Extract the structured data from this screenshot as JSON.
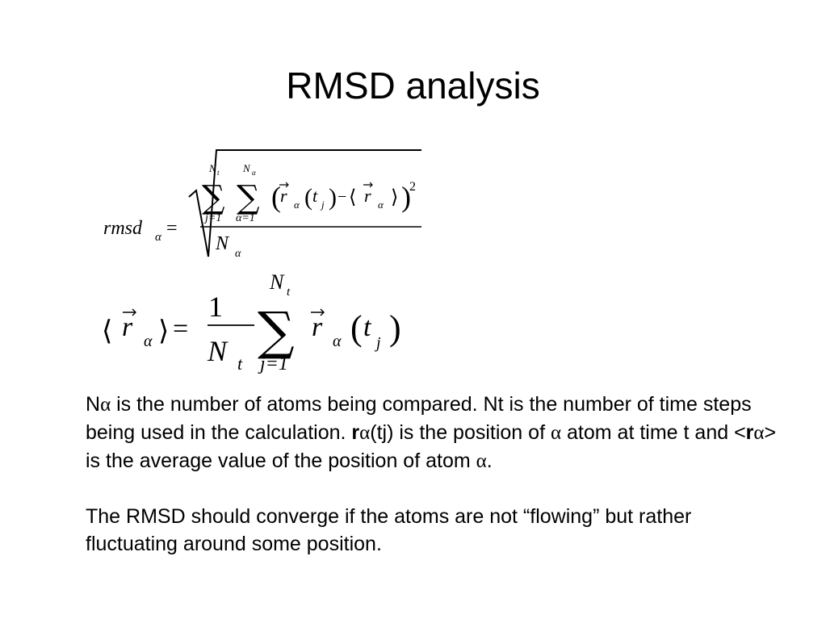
{
  "slide": {
    "title": "RMSD analysis"
  },
  "equation1": {
    "lhs_var": "rmsd",
    "lhs_sub": "α",
    "equals": "=",
    "sum1_upper": "N",
    "sum1_upper_sub": "t",
    "sum1_lower": "j=1",
    "sum2_upper": "N",
    "sum2_upper_sub": "α",
    "sum2_lower": "α=1",
    "r": "r",
    "r_sub": "α",
    "t": "t",
    "t_sub": "j",
    "minus": "−",
    "exponent": "2",
    "denominator": "N",
    "denominator_sub": "α"
  },
  "equation2": {
    "lhs_r": "r",
    "lhs_sub": "α",
    "equals": "=",
    "numerator": "1",
    "denominator": "N",
    "denominator_sub": "t",
    "sum_upper": "N",
    "sum_upper_sub": "t",
    "sum_lower": "j=1",
    "r": "r",
    "r_sub": "α",
    "t": "t",
    "t_sub": "j"
  },
  "paragraph1": {
    "p1": "N",
    "alpha": "α",
    "p2": " is the number of atoms being compared. Nt is the number of time steps being used in the calculation. ",
    "bold_r": "r",
    "p3": "(tj) is the position of ",
    "p4": " atom at time t and <",
    "p5": "> is the average value of the position of atom ",
    "p6": "."
  },
  "paragraph2": {
    "text": "The RMSD should converge if the atoms are not “flowing” but rather fluctuating around some position."
  }
}
